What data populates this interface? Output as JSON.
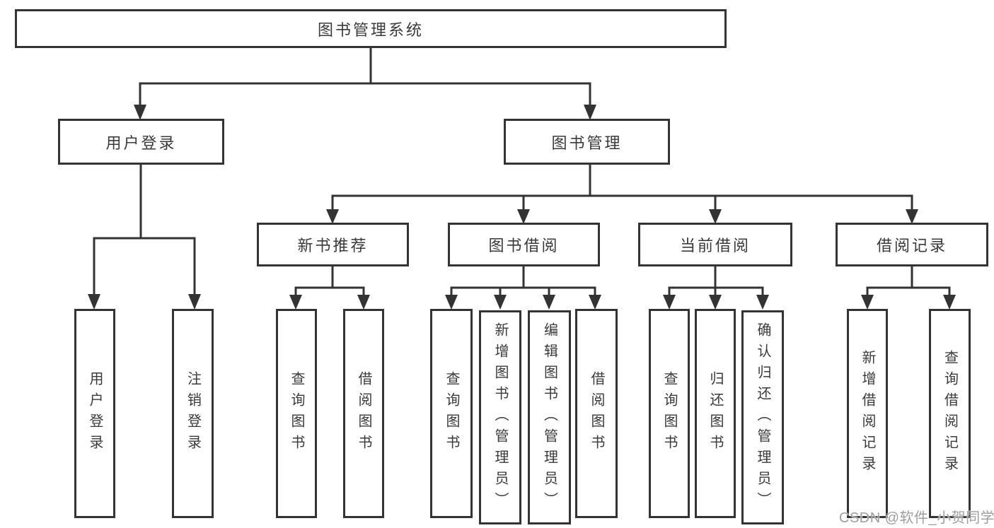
{
  "tree": {
    "root": {
      "label": "图书管理系统",
      "children": [
        {
          "label": "用户登录",
          "children": [
            {
              "label": "用户登录"
            },
            {
              "label": "注销登录"
            }
          ]
        },
        {
          "label": "图书管理",
          "children": [
            {
              "label": "新书推荐",
              "children": [
                {
                  "label": "查询图书"
                },
                {
                  "label": "借阅图书"
                }
              ]
            },
            {
              "label": "图书借阅",
              "children": [
                {
                  "label": "查询图书"
                },
                {
                  "label": "新增图书（管理员）"
                },
                {
                  "label": "编辑图书（管理员）"
                },
                {
                  "label": "借阅图书"
                }
              ]
            },
            {
              "label": "当前借阅",
              "children": [
                {
                  "label": "查询图书"
                },
                {
                  "label": "归还图书"
                },
                {
                  "label": "确认归还（管理员）"
                }
              ]
            },
            {
              "label": "借阅记录",
              "children": [
                {
                  "label": "新增借阅记录"
                },
                {
                  "label": "查询借阅记录"
                }
              ]
            }
          ]
        }
      ]
    }
  },
  "watermark": {
    "text": "CSDN @软件_小贺同学",
    "color": "#9e9e9e"
  },
  "colors": {
    "line": "#333333",
    "box_border": "#333333",
    "text": "#3a3a3a",
    "background": "#ffffff"
  }
}
